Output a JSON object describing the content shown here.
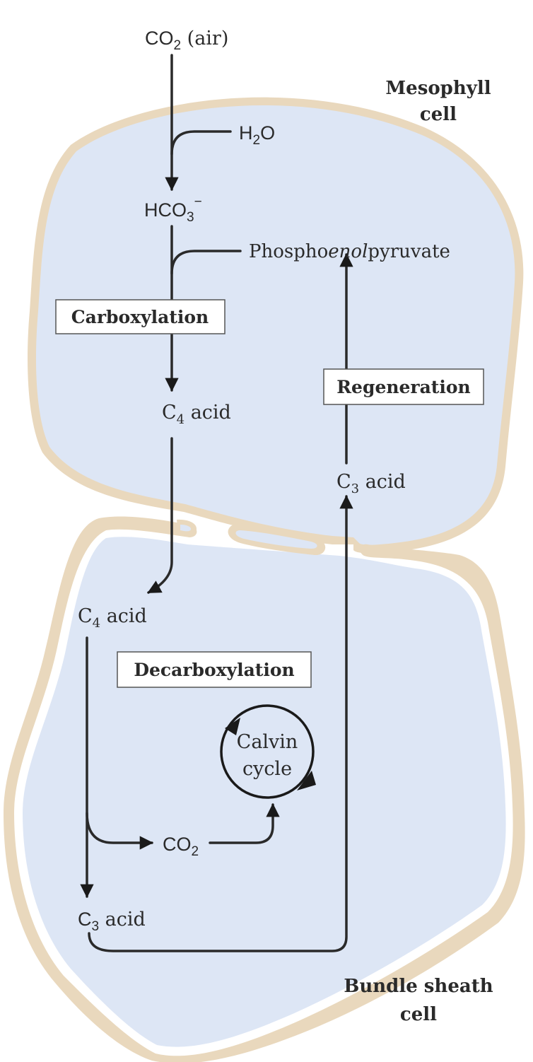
{
  "cells": {
    "mesophyll": {
      "line1": "Mesophyll",
      "line2": "cell"
    },
    "bundle_sheath": {
      "line1": "Bundle sheath",
      "line2": "cell"
    }
  },
  "labels": {
    "co2_air": {
      "main": "CO",
      "sub": "2",
      "suffix": " (air)"
    },
    "h2o": {
      "main": "H",
      "sub": "2",
      "suffix": "O"
    },
    "hco3": {
      "main": "HCO",
      "sub": "3",
      "sup": "−"
    },
    "pep": {
      "pre": "Phospho",
      "italic": "enol",
      "post": "pyruvate"
    },
    "c4_acid_meso": {
      "main": "C",
      "sub": "4",
      "suffix": " acid"
    },
    "c3_acid_meso": {
      "main": "C",
      "sub": "3",
      "suffix": " acid"
    },
    "c4_acid_bundle": {
      "main": "C",
      "sub": "4",
      "suffix": " acid"
    },
    "co2_bundle": {
      "main": "CO",
      "sub": "2"
    },
    "c3_acid_bundle": {
      "main": "C",
      "sub": "3",
      "suffix": " acid"
    },
    "calvin": {
      "line1": "Calvin",
      "line2": "cycle"
    }
  },
  "boxes": {
    "carboxylation": "Carboxylation",
    "regeneration": "Regeneration",
    "decarboxylation": "Decarboxylation"
  },
  "colors": {
    "cell_fill": "#dde6f5",
    "cell_wall": "#e9d8bd",
    "arrows": "#1a1a1a"
  }
}
